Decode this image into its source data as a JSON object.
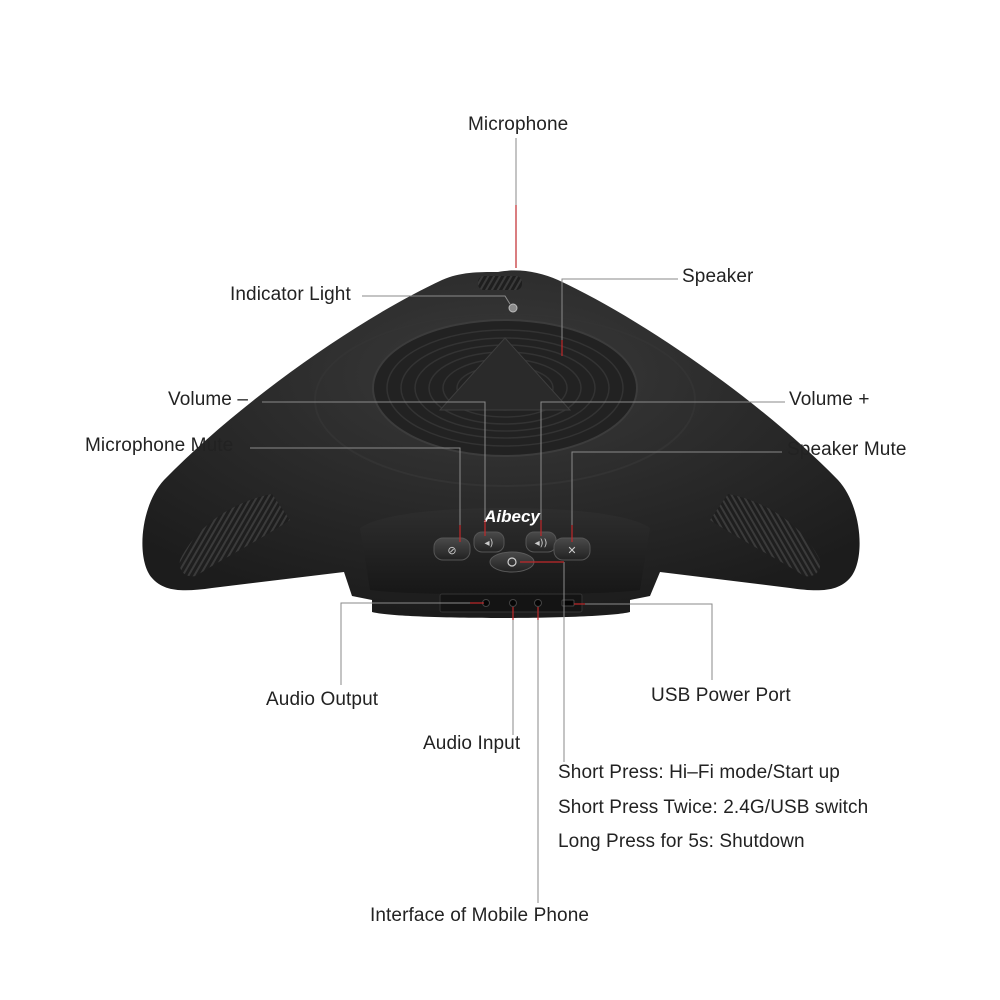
{
  "brand": "Aibecy",
  "labels": {
    "microphone": "Microphone",
    "indicator_light": "Indicator Light",
    "speaker": "Speaker",
    "volume_minus": "Volume –",
    "volume_plus": "Volume +",
    "microphone_mute": "Microphone Mute",
    "speaker_mute": "Speaker Mute",
    "audio_output": "Audio Output",
    "usb_power_port": "USB Power Port",
    "audio_input": "Audio Input",
    "short_press": "Short Press: Hi–Fi mode/Start up",
    "short_press_twice": "Short Press Twice: 2.4G/USB switch",
    "long_press": "Long Press for 5s: Shutdown",
    "interface_mobile": "Interface of Mobile Phone"
  },
  "colors": {
    "device_body": "#262626",
    "leader_line": "#8a8a8a",
    "leader_accent": "#c0282a"
  }
}
